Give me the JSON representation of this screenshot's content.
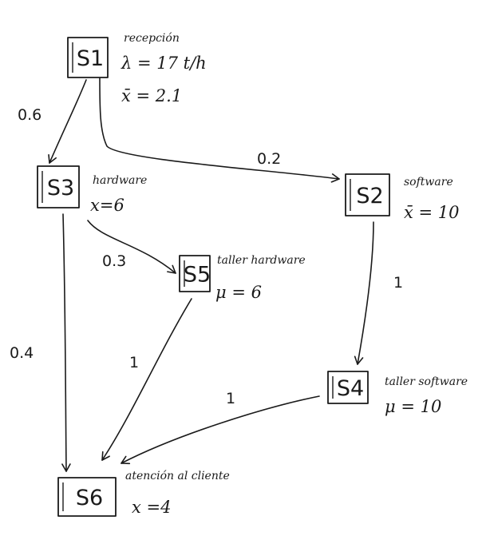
{
  "nodes": [
    {
      "id": "S1",
      "label": "S1",
      "title": "recepción",
      "params": [
        "λ = 17 t/h",
        "x̄ = 2.1"
      ]
    },
    {
      "id": "S2",
      "label": "S2",
      "title": "software",
      "params": [
        "x̄ = 10"
      ]
    },
    {
      "id": "S3",
      "label": "S3",
      "title": "hardware",
      "params": [
        "x=6"
      ]
    },
    {
      "id": "S4",
      "label": "S4",
      "title": "taller software",
      "params": [
        "μ = 10"
      ]
    },
    {
      "id": "S5",
      "label": "S5",
      "title": "taller hardware",
      "params": [
        "μ = 6"
      ]
    },
    {
      "id": "S6",
      "label": "S6",
      "title": "atención al cliente",
      "params": [
        "x =4"
      ]
    }
  ],
  "edges": [
    {
      "from": "S1",
      "to": "S3",
      "prob": "0.6"
    },
    {
      "from": "S1",
      "to": "S2",
      "prob": "0.2"
    },
    {
      "from": "S3",
      "to": "S5",
      "prob": "0.3"
    },
    {
      "from": "S3",
      "to": "S6",
      "prob": "0.4"
    },
    {
      "from": "S2",
      "to": "S4",
      "prob": "1"
    },
    {
      "from": "S5",
      "to": "S6",
      "prob": "1"
    },
    {
      "from": "S4",
      "to": "S6",
      "prob": "1"
    }
  ],
  "colors": {
    "ink": "#1a1a1a",
    "background": "#ffffff"
  }
}
